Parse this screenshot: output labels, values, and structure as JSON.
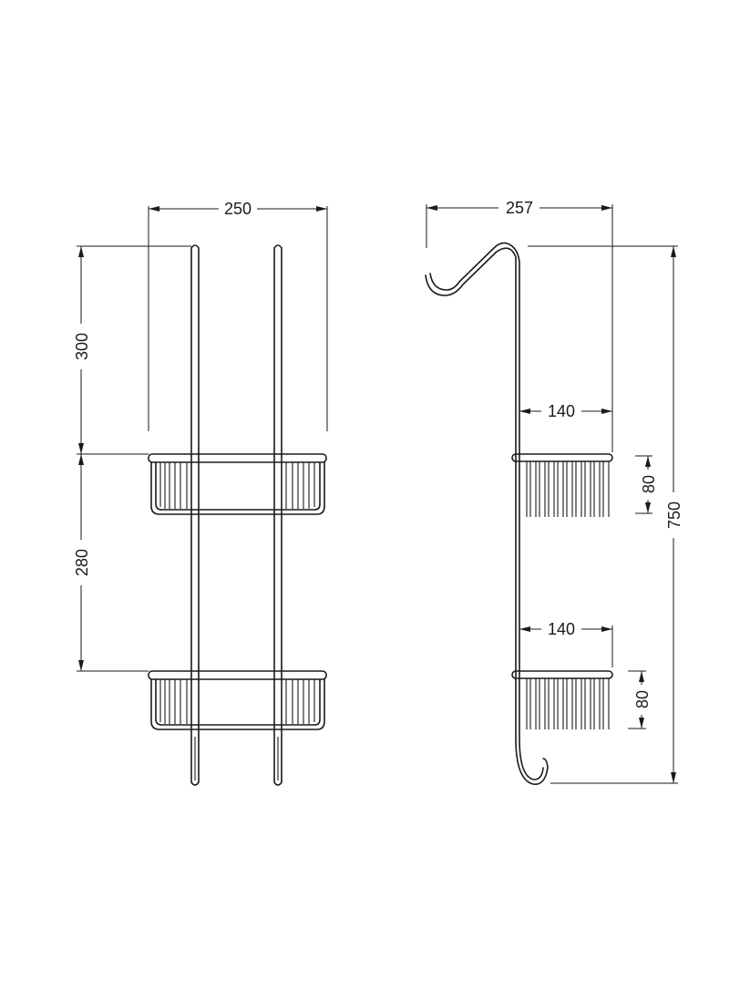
{
  "front_view": {
    "width_label": "250",
    "upper_height_label": "300",
    "shelf_spacing_label": "280"
  },
  "side_view": {
    "depth_label": "257",
    "total_height_label": "750",
    "shelf_upper_depth_label": "140",
    "shelf_lower_depth_label": "140",
    "shelf_upper_height_label": "80",
    "shelf_lower_height_label": "80"
  }
}
